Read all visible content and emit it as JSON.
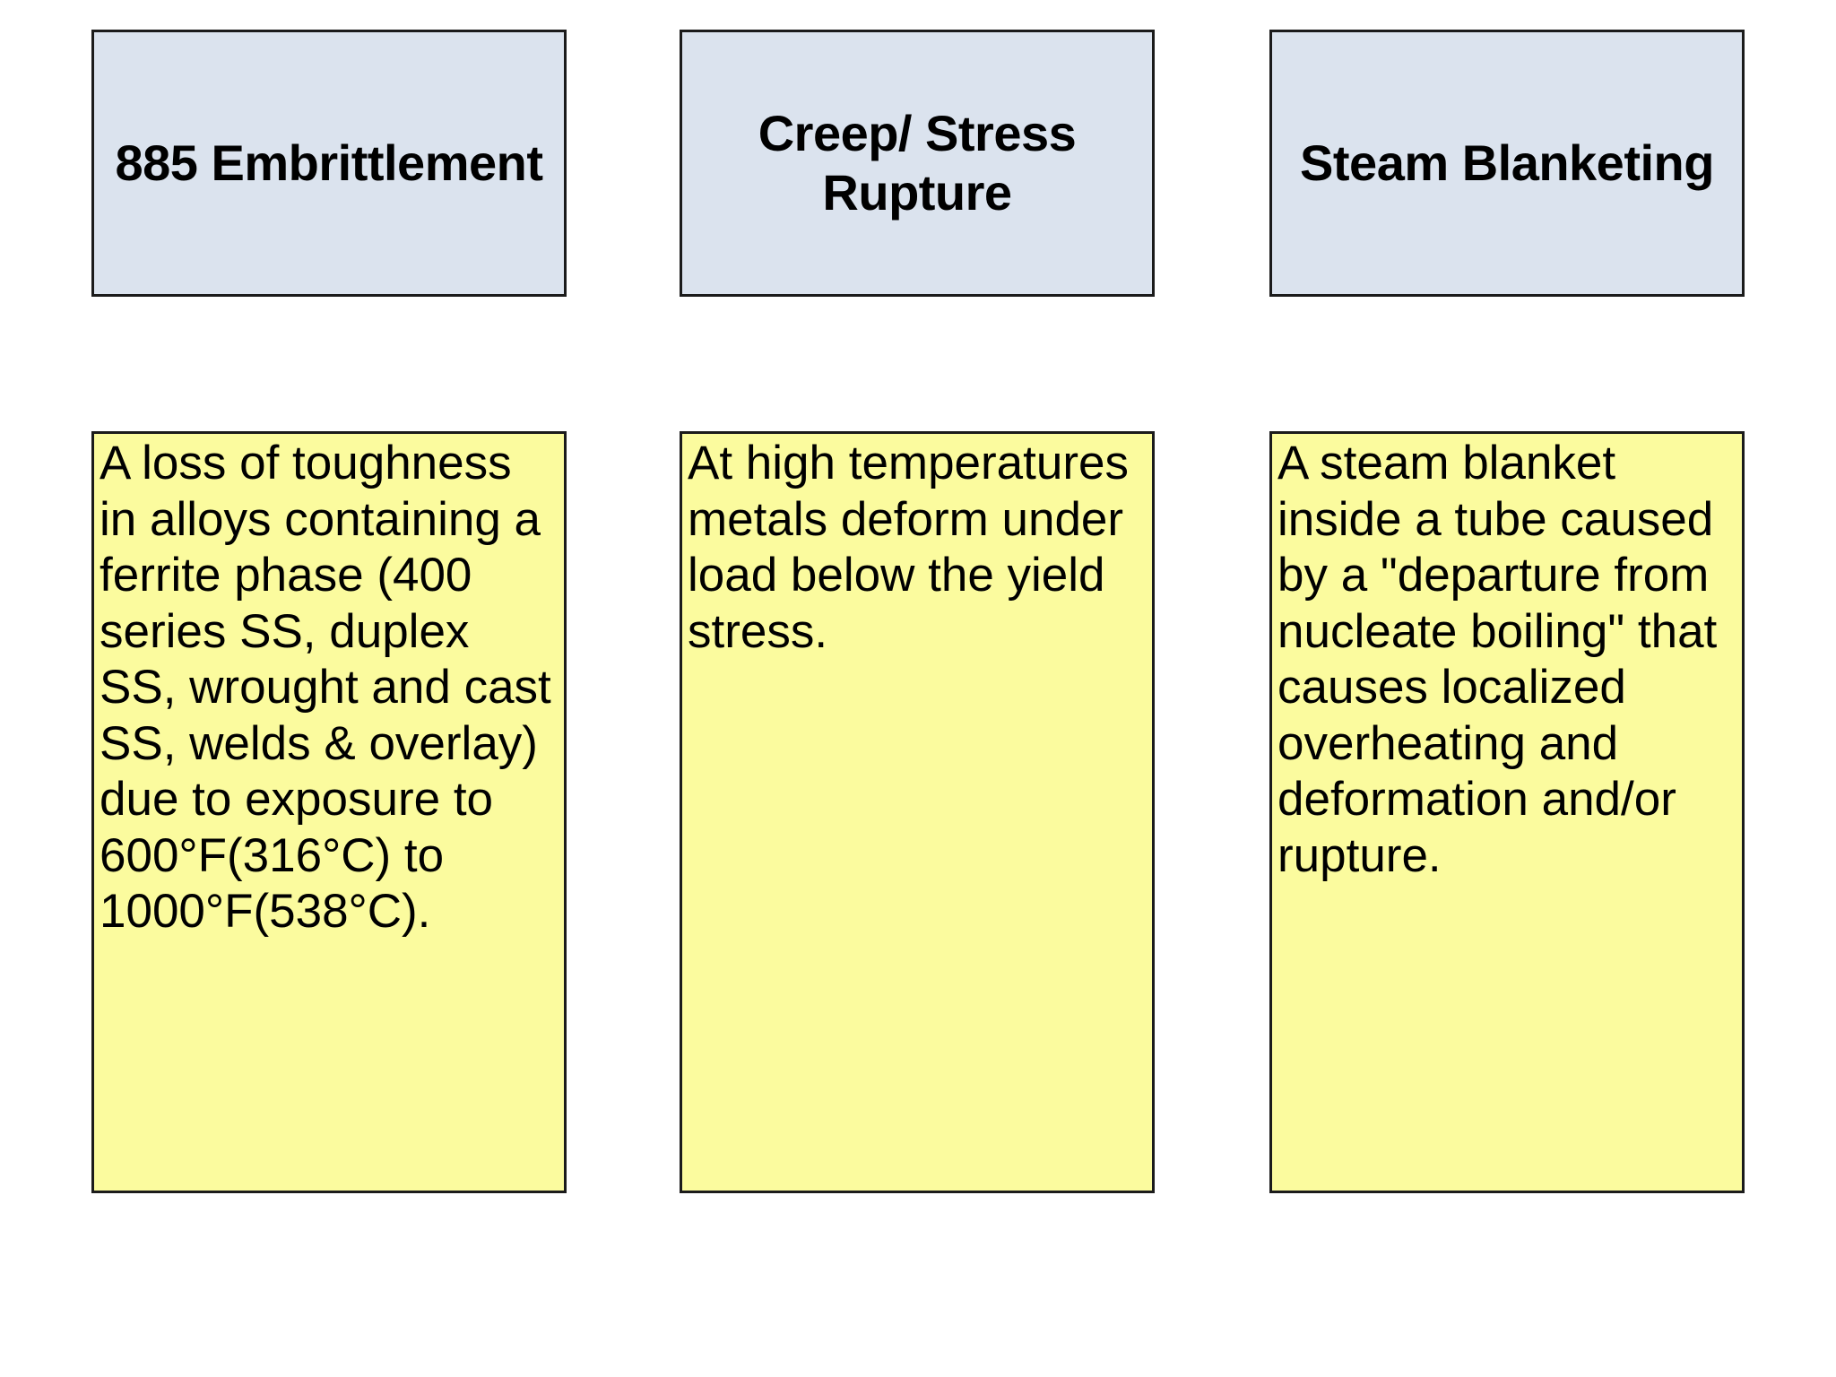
{
  "slide": {
    "background_color": "#ffffff",
    "text_color": "#000000",
    "header_fill_color": "#dbe3ee",
    "body_fill_color": "#fbfb9e",
    "border_color": "#1b1b1b"
  },
  "columns": [
    {
      "header": "885 Embrittlement",
      "body": "A loss of toughness in alloys containing a ferrite phase (400 series SS, duplex SS, wrought and cast SS, welds & overlay)  due to exposure to 600°F(316°C) to 1000°F(538°C)."
    },
    {
      "header": "Creep/ Stress Rupture",
      "body": "At high temperatures metals deform under load below the yield stress."
    },
    {
      "header": "Steam Blanketing",
      "body": "A steam blanket inside a tube caused by a \"departure from nucleate boiling\" that causes localized overheating and deformation and/or rupture."
    }
  ]
}
